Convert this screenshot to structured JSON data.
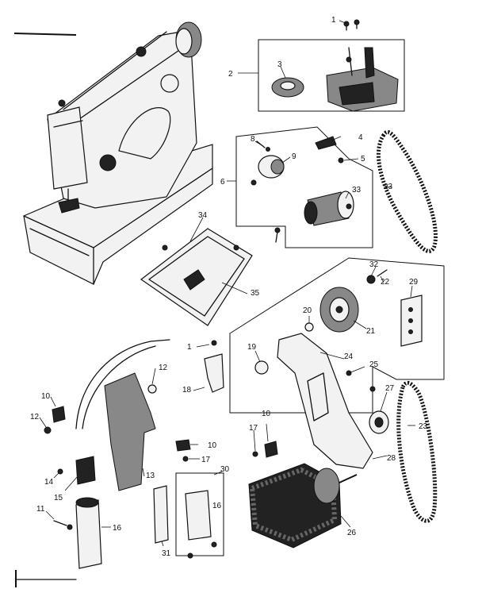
{
  "labels": {
    "p1a": "1",
    "p2": "2",
    "p3": "3",
    "p4": "4",
    "p5": "5",
    "p6": "6",
    "p8": "8",
    "p9": "9",
    "p23a": "23",
    "p33": "33",
    "p34": "34",
    "p35": "35",
    "p32": "32",
    "p22": "22",
    "p29": "29",
    "p20": "20",
    "p21": "21",
    "p1b": "1",
    "p19": "19",
    "p24": "24",
    "p25": "25",
    "p18": "18",
    "p12a": "12",
    "p10a": "10",
    "p12b": "12",
    "p14": "14",
    "p15": "15",
    "p13": "13",
    "p11": "11",
    "p16": "16",
    "p10b": "10",
    "p17a": "17",
    "p30": "30",
    "p31": "31",
    "p16b": "16",
    "p17b": "17",
    "p10c": "10",
    "p27": "27",
    "p28": "28",
    "p26": "26",
    "p23b": "23"
  },
  "colors": {
    "ink": "#111111",
    "paper": "#ffffff"
  }
}
